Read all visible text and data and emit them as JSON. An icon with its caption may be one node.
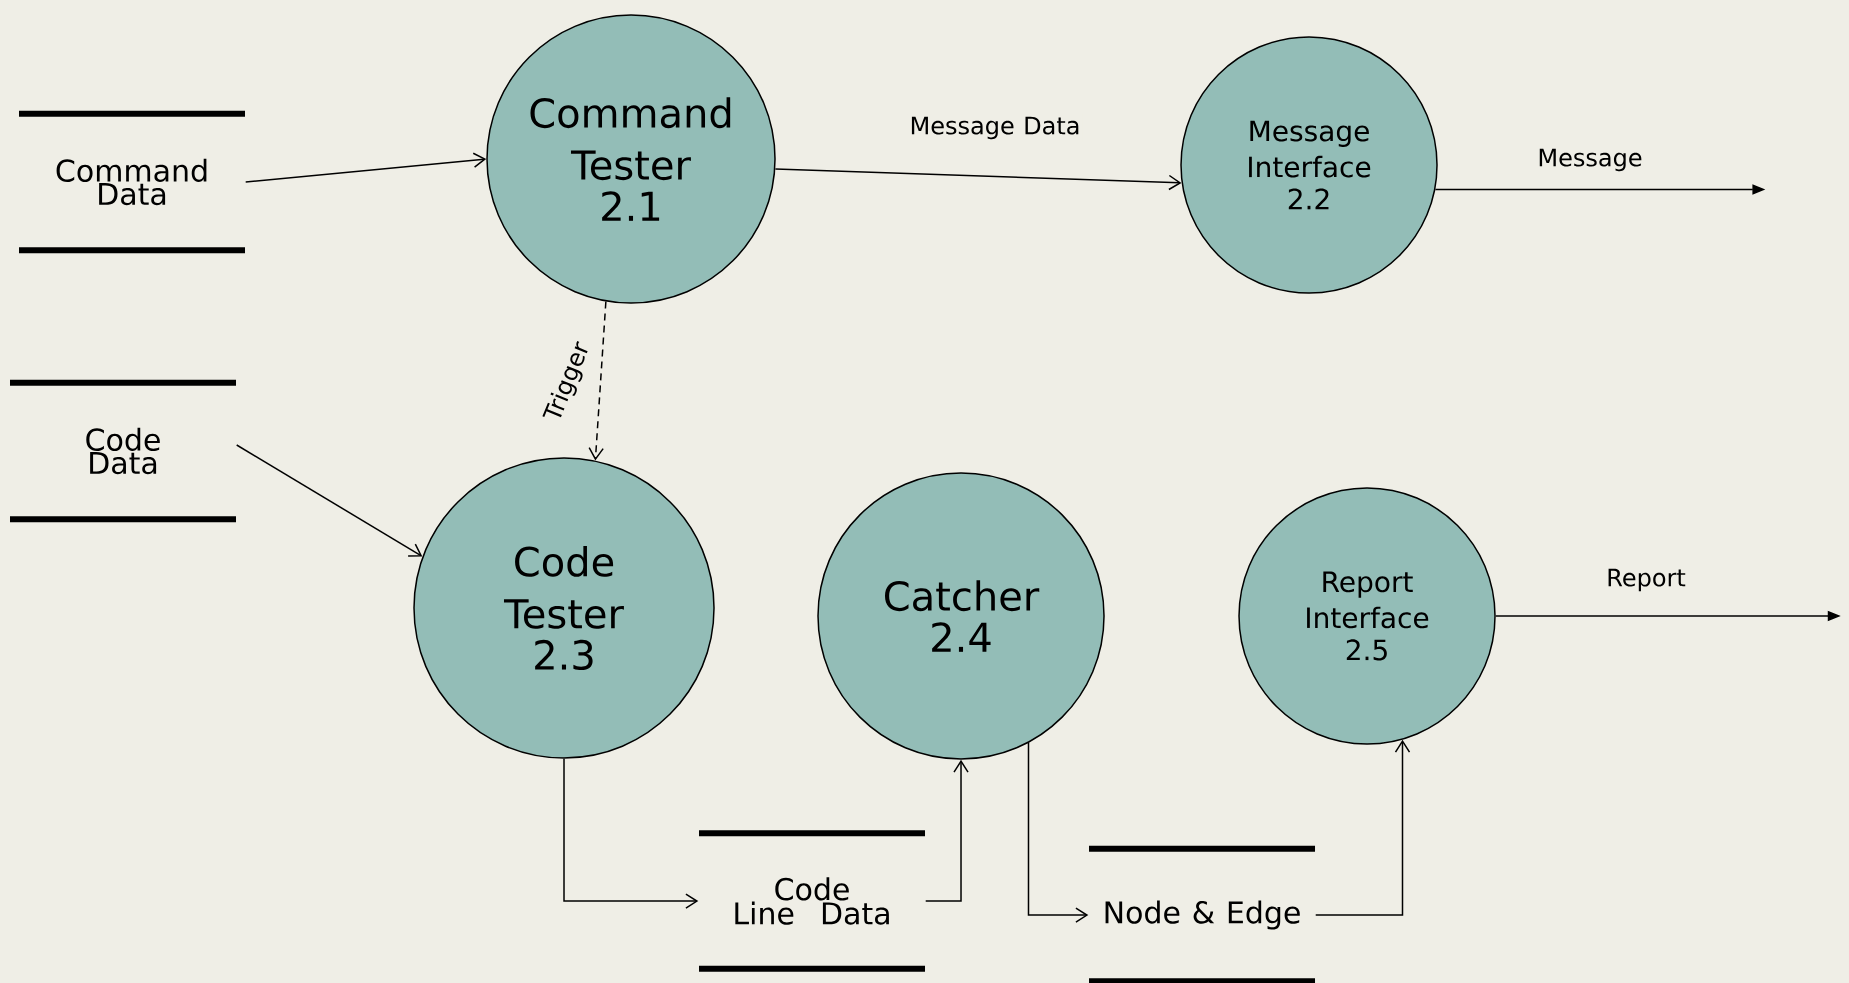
{
  "diagram": {
    "nodes": [
      {
        "text": [
          "Command Data"
        ]
      },
      {
        "text": [
          "Command Tester",
          "2.1"
        ]
      },
      {
        "text": [
          "Message Interface",
          "2.2"
        ]
      },
      {
        "text": [
          "Code Data"
        ]
      },
      {
        "text": [
          "Code Tester",
          "2.3"
        ]
      },
      {
        "text": [
          "Catcher",
          "2.4"
        ]
      },
      {
        "text": [
          "Report Interface",
          "2.5"
        ]
      },
      {
        "text": [
          "Code Line Data"
        ]
      },
      {
        "text": [
          "Node & Edge"
        ]
      }
    ],
    "edges": [
      {
        "from": 0,
        "to": 1,
        "arrow": "to"
      },
      {
        "from": 1,
        "to": 2,
        "arrow": "to",
        "label": "Message Data"
      },
      {
        "from": 2,
        "to": null,
        "arrow": "to",
        "label": "Message"
      },
      {
        "from": 1,
        "to": 4,
        "arrow": "to",
        "label": "Trigger",
        "style": "dashed"
      },
      {
        "from": 3,
        "to": 4,
        "arrow": "to"
      },
      {
        "from": 4,
        "to": 7,
        "arrow": "to"
      },
      {
        "from": 7,
        "to": 5,
        "arrow": "to"
      },
      {
        "from": 5,
        "to": 8,
        "arrow": "to"
      },
      {
        "from": 8,
        "to": 6,
        "arrow": "to"
      },
      {
        "from": 6,
        "to": null,
        "arrow": "to",
        "label": "Report"
      }
    ]
  }
}
